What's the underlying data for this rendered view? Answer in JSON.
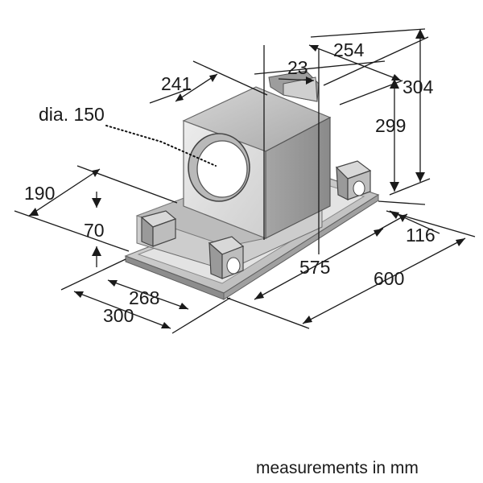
{
  "dimensions": {
    "d254": "254",
    "d23": "23",
    "d241": "241",
    "d304": "304",
    "d299": "299",
    "dia": "dia. 150",
    "d190": "190",
    "d70": "70",
    "d116": "116",
    "d575": "575",
    "d600": "600",
    "d268": "268",
    "d300": "300"
  },
  "footer": "measurements in mm",
  "colors": {
    "line": "#1a1a1a",
    "box_top": "#bdbdbd",
    "box_front": "#d9d9d9",
    "box_side": "#9a9a9a",
    "tray": "#c9c9c9",
    "tray_edge": "#7d7d7d",
    "background": "#ffffff"
  }
}
